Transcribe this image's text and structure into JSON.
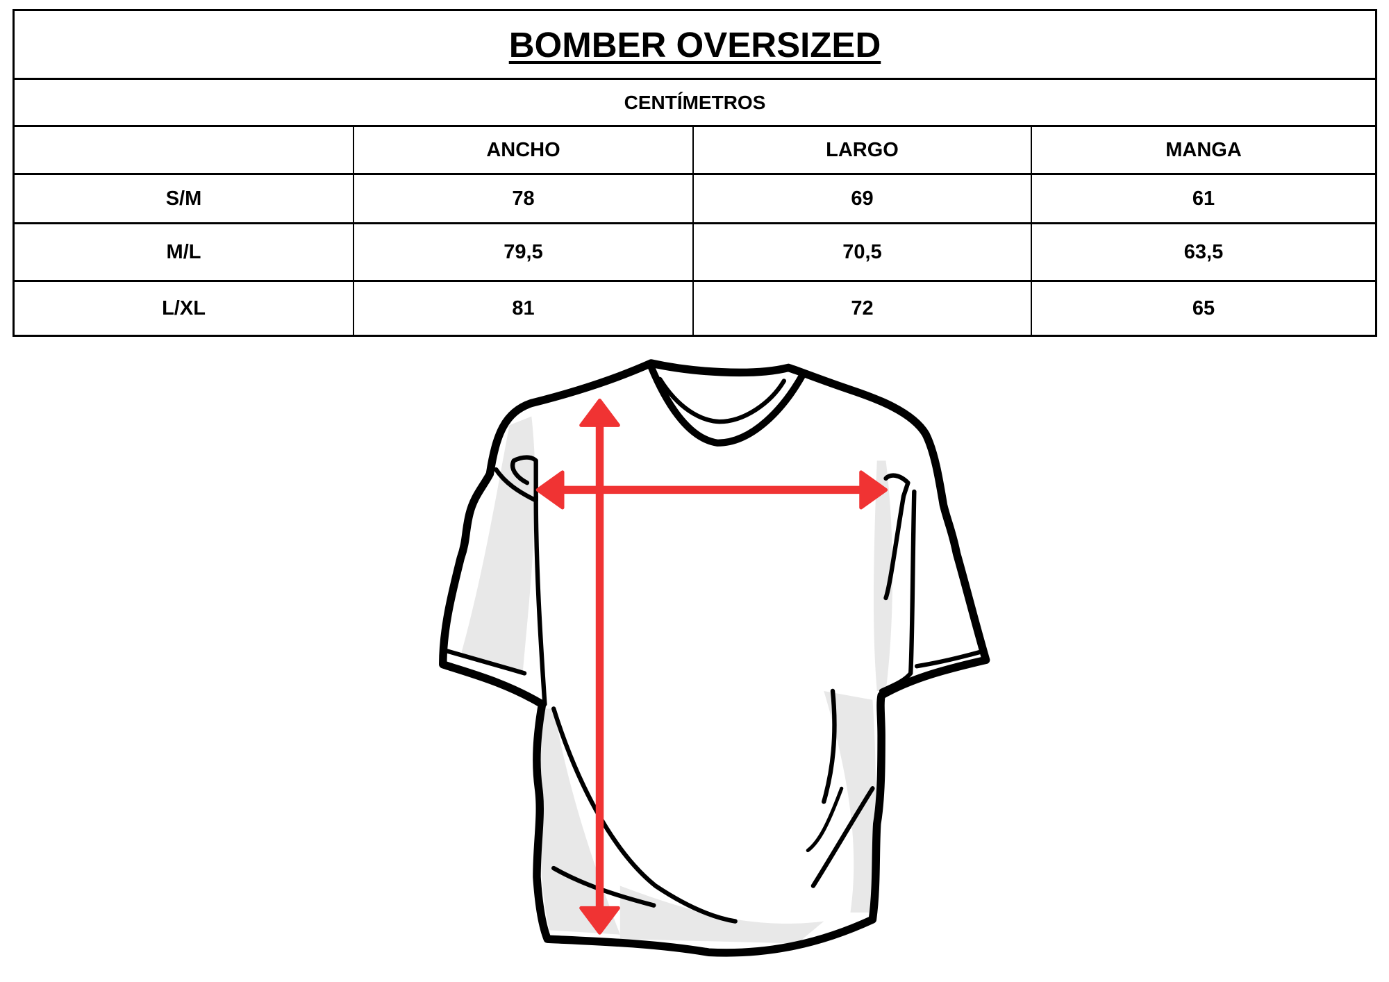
{
  "table": {
    "title": "BOMBER OVERSIZED",
    "subtitle": "CENTÍMETROS",
    "columns": [
      "",
      "ANCHO",
      "LARGO",
      "MANGA"
    ],
    "rows": [
      {
        "size": "S/M",
        "ancho": "78",
        "largo": "69",
        "manga": "61"
      },
      {
        "size": "M/L",
        "ancho": "79,5",
        "largo": "70,5",
        "manga": "63,5"
      },
      {
        "size": "L/XL",
        "ancho": "81",
        "largo": "72",
        "manga": "65"
      }
    ]
  },
  "colors": {
    "arrow": "#f03333",
    "outline": "#000000",
    "shade": "#e6e6e6"
  },
  "illustration": {
    "icon": "tshirt-measurement-diagram"
  }
}
